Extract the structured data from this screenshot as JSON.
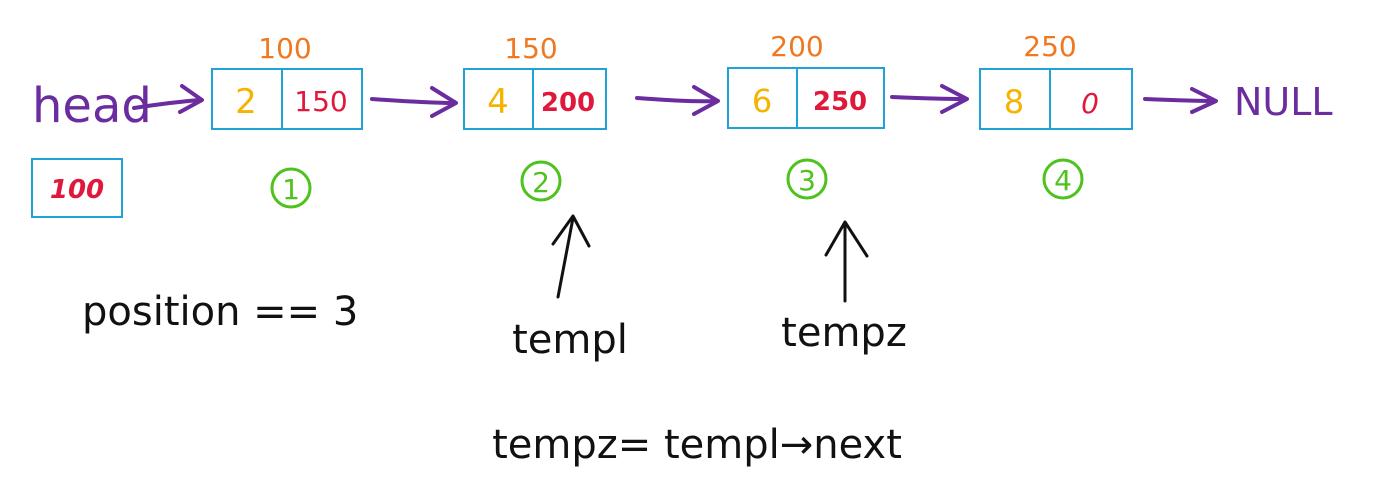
{
  "head_label": "head",
  "head_value": "100",
  "null_label": "NULL",
  "nodes": [
    {
      "address": "100",
      "data": "2",
      "next": "150",
      "index": "1"
    },
    {
      "address": "150",
      "data": "4",
      "next": "200",
      "index": "2"
    },
    {
      "address": "200",
      "data": "6",
      "next": "250",
      "index": "3"
    },
    {
      "address": "250",
      "data": "8",
      "next": "0",
      "index": "4"
    }
  ],
  "pointers": {
    "temp1": "templ",
    "temp2": "tempz"
  },
  "position_text": "position == 3",
  "assignment_text": "tempz= templ→next",
  "colors": {
    "address": "#f07820",
    "data": "#f5b400",
    "next": "#e0183c",
    "box": "#1fa3d6",
    "arrow": "#6a2c9e",
    "index_circle": "#4ec21d",
    "ink": "#111111"
  }
}
